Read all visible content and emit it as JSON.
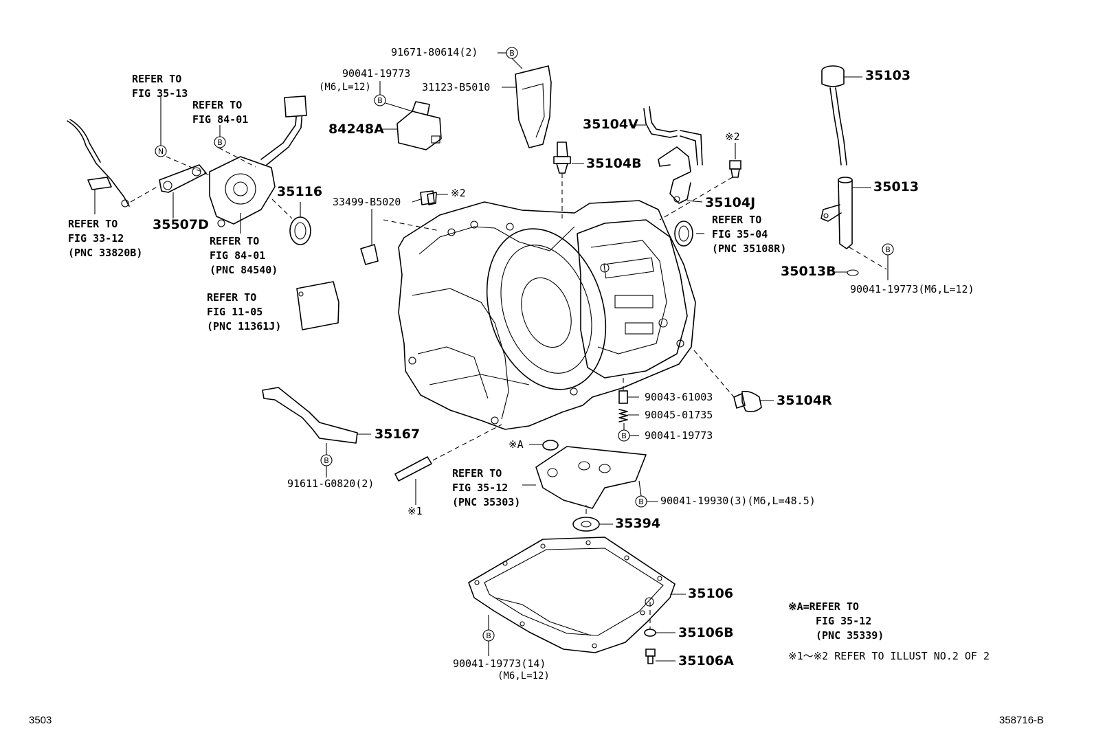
{
  "parts": {
    "p35103": "35103",
    "p35013": "35013",
    "p35013b": "35013B",
    "p35104v": "35104V",
    "p35104b": "35104B",
    "p35104j": "35104J",
    "p35104r": "35104R",
    "p84248a": "84248A",
    "p35116": "35116",
    "p35507d": "35507D",
    "p35167": "35167",
    "p35394": "35394",
    "p35106": "35106",
    "p35106b": "35106B",
    "p35106a": "35106A"
  },
  "codes": {
    "c91671": "91671-80614(2)",
    "c90041_top": "90041-19773",
    "c90041_top_spec": "(M6,L=12)",
    "c31123": "31123-B5010",
    "c33499": "33499-B5020",
    "c33499_note": "※2",
    "bolt_note": "※2",
    "c90041_right": "90041-19773(M6,L=12)",
    "c90043": "90043-61003",
    "c90045": "90045-01735",
    "c90041_mid": "90041-19773",
    "c90041_pan_filter": "90041-19930(3)(M6,L=48.5)",
    "c91611": "91611-G0820(2)",
    "c90041_pan": "90041-19773(14)",
    "c90041_pan_spec": "(M6,L=12)",
    "note_a": "※A",
    "note_1": "※1"
  },
  "refs": {
    "r3513": [
      "REFER TO",
      "FIG 35-13"
    ],
    "r8401_top": [
      "REFER TO",
      "FIG 84-01"
    ],
    "r3312": [
      "REFER TO",
      "FIG 33-12",
      "(PNC 33820B)"
    ],
    "r8401_bot": [
      "REFER TO",
      "FIG 84-01",
      "(PNC 84540)"
    ],
    "r1105": [
      "REFER TO",
      "FIG 11-05",
      "(PNC 11361J)"
    ],
    "r3504": [
      "REFER TO",
      "FIG 35-04",
      "(PNC 35108R)"
    ],
    "r3512": [
      "REFER TO",
      "FIG 35-12",
      "(PNC 35303)"
    ]
  },
  "markers": {
    "b": "B",
    "n": "N"
  },
  "notes": {
    "na_line1": "※A=REFER TO",
    "na_line2": "FIG 35-12",
    "na_line3": "(PNC 35339)",
    "n12": "※1～※2 REFER TO ILLUST NO.2 OF 2"
  },
  "footer": {
    "left": "3503",
    "right": "358716-B"
  }
}
